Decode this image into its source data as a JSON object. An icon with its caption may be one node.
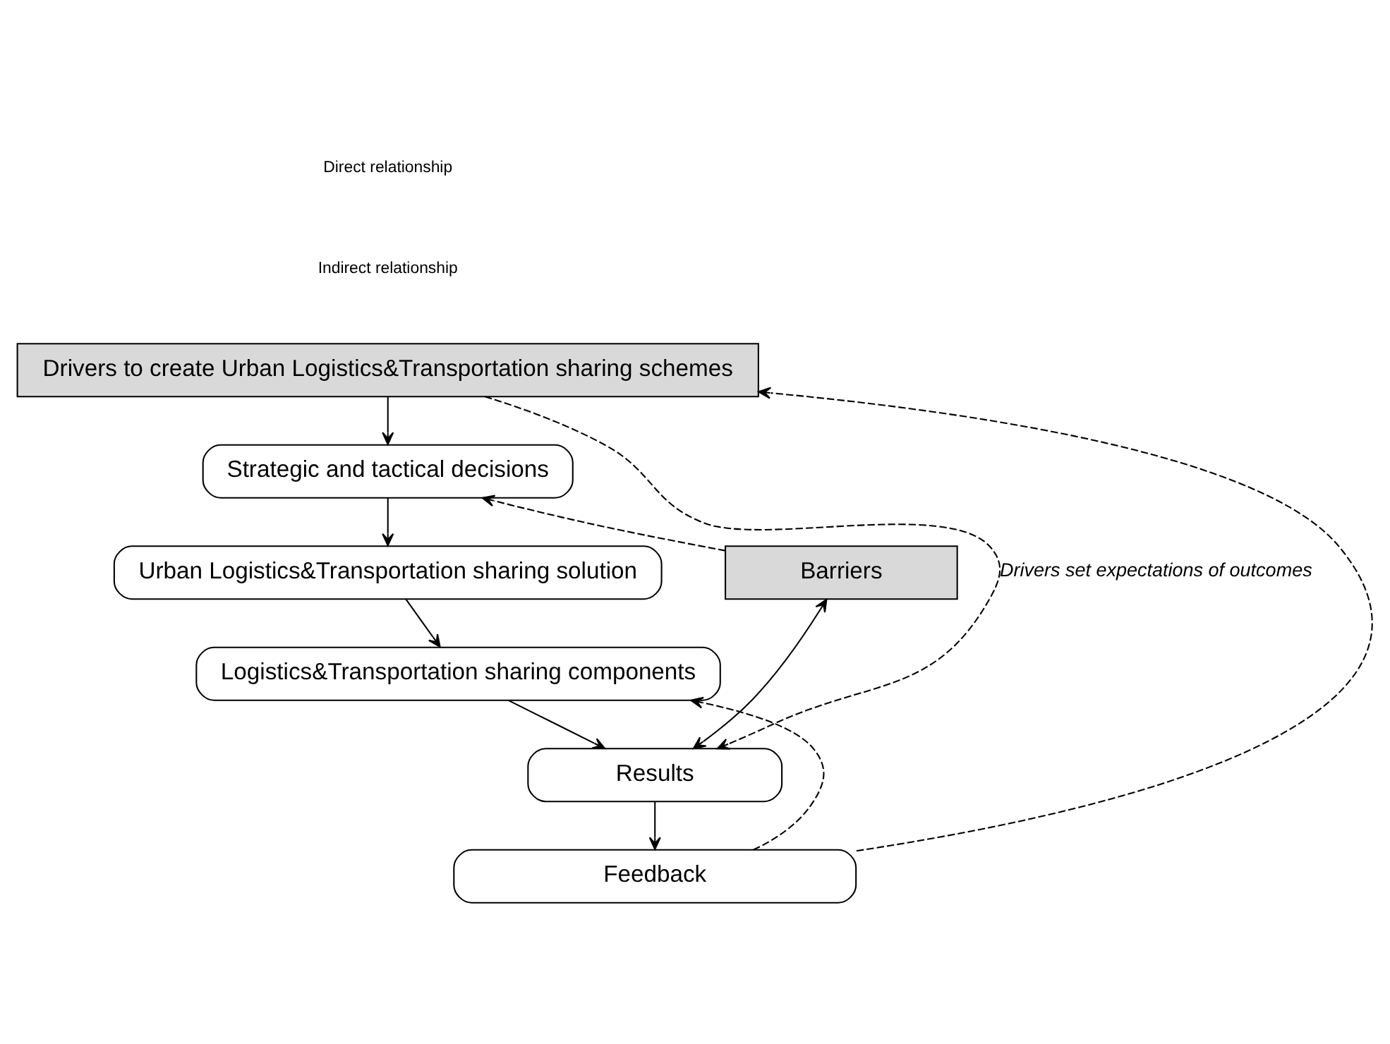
{
  "diagram": {
    "nodes": [
      {
        "text": [
          "Drivers to create Urban Logistics&Transportation sharing schemes"
        ]
      },
      {
        "text": [
          "Strategic and tactical decisions"
        ]
      },
      {
        "text": [
          "Urban Logistics&Transportation sharing solution"
        ]
      },
      {
        "text": [
          "Logistics&Transportation sharing components"
        ]
      },
      {
        "text": [
          "Results"
        ]
      },
      {
        "text": [
          "Feedback"
        ]
      },
      {
        "text": [
          "Barriers"
        ]
      }
    ],
    "edges": [
      {
        "from": 0,
        "to": 1,
        "arrow": "to"
      },
      {
        "from": 1,
        "to": 2,
        "arrow": "to"
      },
      {
        "from": 2,
        "to": 3,
        "arrow": "to"
      },
      {
        "from": 3,
        "to": 4,
        "arrow": "to"
      },
      {
        "from": 4,
        "to": 5,
        "arrow": "to"
      },
      {
        "from": 0,
        "to": 4,
        "arrow": "to",
        "style": "dashed",
        "label": "Drivers set expectations of outcomes"
      },
      {
        "from": 6,
        "to": 1,
        "arrow": "to",
        "style": "dashed"
      },
      {
        "from": 4,
        "to": 6,
        "arrow": "both"
      },
      {
        "from": 5,
        "to": 3,
        "arrow": "to",
        "style": "dashed"
      },
      {
        "from": 5,
        "to": 0,
        "arrow": "to",
        "style": "dashed"
      }
    ],
    "legend": [
      {
        "text": "Direct relationship"
      },
      {
        "text": "Indirect relationship"
      }
    ]
  }
}
